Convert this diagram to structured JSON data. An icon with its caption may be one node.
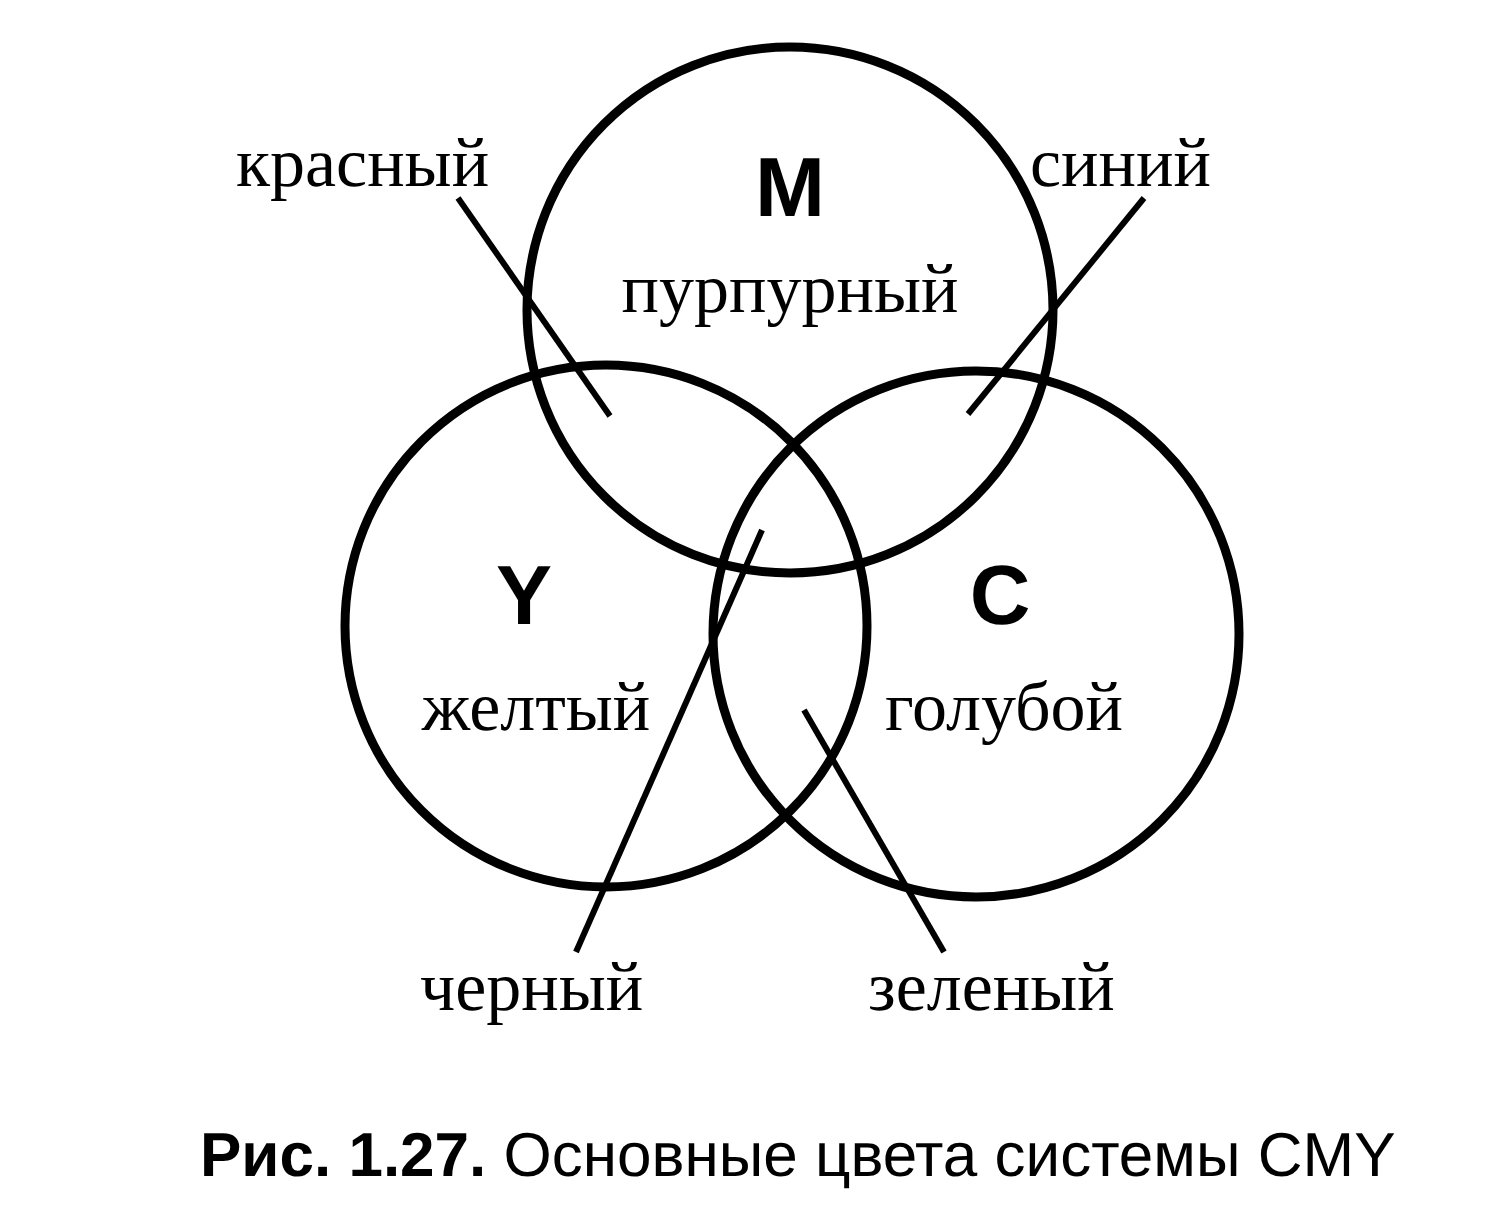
{
  "diagram": {
    "caption": "**Рис. 1.27.** Основные цвета системы CMY",
    "nodes": [
      {
        "text": [
          "M",
          "пурпурный"
        ]
      },
      {
        "text": [
          "Y",
          "желтый"
        ]
      },
      {
        "text": [
          "C",
          "голубой"
        ]
      },
      {
        "text": [
          "красный"
        ]
      },
      {
        "text": [
          "синий"
        ]
      },
      {
        "text": [
          "черный"
        ]
      },
      {
        "text": [
          "зеленый"
        ]
      }
    ],
    "edges": [
      {
        "from": 3,
        "to": 1,
        "arrow": "none"
      },
      {
        "from": 4,
        "to": 0,
        "arrow": "none"
      },
      {
        "from": 5,
        "to": 1,
        "arrow": "none"
      },
      {
        "from": 6,
        "to": 1,
        "arrow": "none"
      }
    ]
  }
}
